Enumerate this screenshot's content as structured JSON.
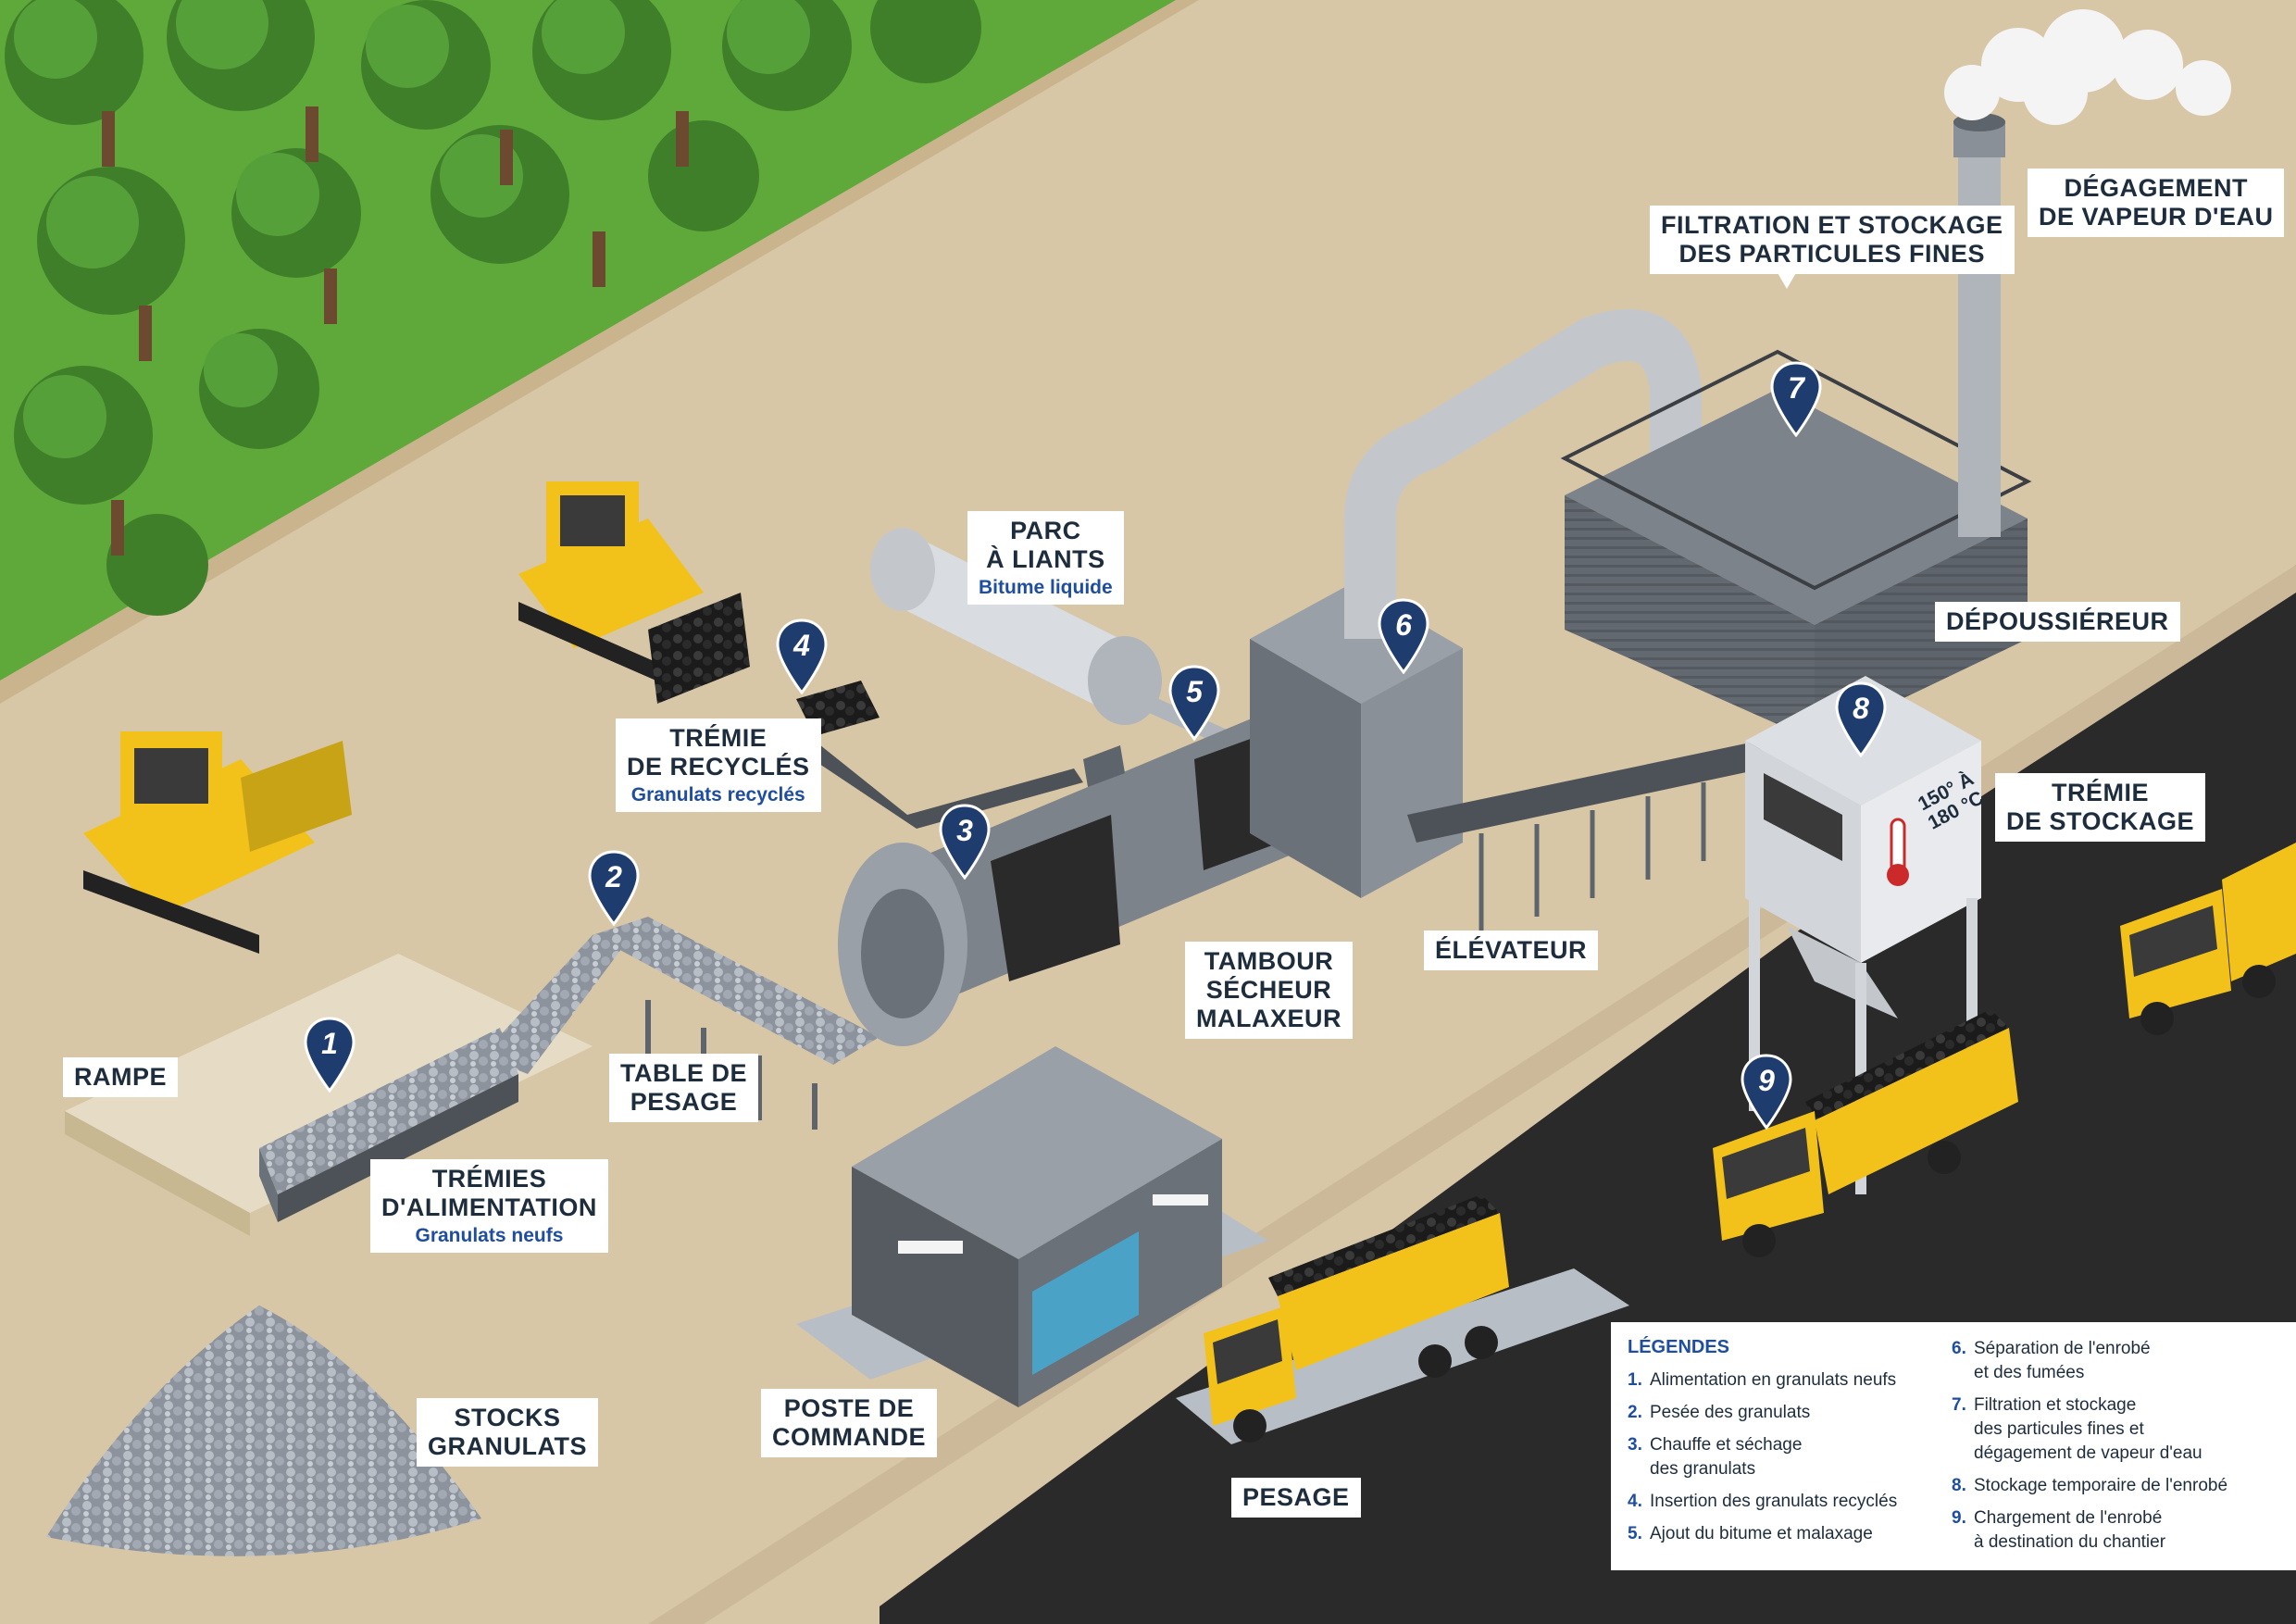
{
  "labels": {
    "filtration": "FILTRATION ET STOCKAGE\nDES PARTICULES FINES",
    "degagement": "DÉGAGEMENT\nDE VAPEUR D'EAU",
    "depoussiereur": "DÉPOUSSIÉREUR",
    "parc_title": "PARC\nÀ LIANTS",
    "parc_sub": "Bitume liquide",
    "tremie_recycles_title": "TRÉMIE\nDE RECYCLÉS",
    "tremie_recycles_sub": "Granulats recyclés",
    "tremie_stockage": "TRÉMIE\nDE STOCKAGE",
    "elevateur": "ÉLÉVATEUR",
    "tambour": "TAMBOUR\nSÉCHEUR\nMALAXEUR",
    "table_pesage": "TABLE DE\nPESAGE",
    "rampe": "RAMPE",
    "tremies_alim_title": "TRÉMIES\nD'ALIMENTATION",
    "tremies_alim_sub": "Granulats neufs",
    "stocks": "STOCKS\nGRANULATS",
    "poste": "POSTE DE\nCOMMANDE",
    "pesage": "PESAGE",
    "temperature": "150° À\n180 °C"
  },
  "pins": [
    "1",
    "2",
    "3",
    "4",
    "5",
    "6",
    "7",
    "8",
    "9"
  ],
  "legend": {
    "title": "LÉGENDES",
    "items": [
      {
        "num": "1.",
        "text": "Alimentation en granulats neufs"
      },
      {
        "num": "2.",
        "text": "Pesée des granulats"
      },
      {
        "num": "3.",
        "text": "Chauffe et séchage\ndes granulats"
      },
      {
        "num": "4.",
        "text": "Insertion des granulats recyclés"
      },
      {
        "num": "5.",
        "text": "Ajout du bitume et malaxage"
      },
      {
        "num": "6.",
        "text": "Séparation de l'enrobé\net des fumées"
      },
      {
        "num": "7.",
        "text": "Filtration et stockage\ndes particules fines et\ndégagement de vapeur d'eau"
      },
      {
        "num": "8.",
        "text": "Stockage temporaire de l'enrobé"
      },
      {
        "num": "9.",
        "text": "Chargement de l'enrobé\nà destination du chantier"
      }
    ]
  },
  "colors": {
    "ground": "#d8c7a6",
    "grass": "#5fa83a",
    "road": "#2a2a2a",
    "machine_yellow": "#f2c21b",
    "plant_grey": "#7d838a",
    "pin_blue": "#1f3c6e",
    "label_text": "#1e2d3d",
    "sub_blue": "#1f4ea1"
  }
}
